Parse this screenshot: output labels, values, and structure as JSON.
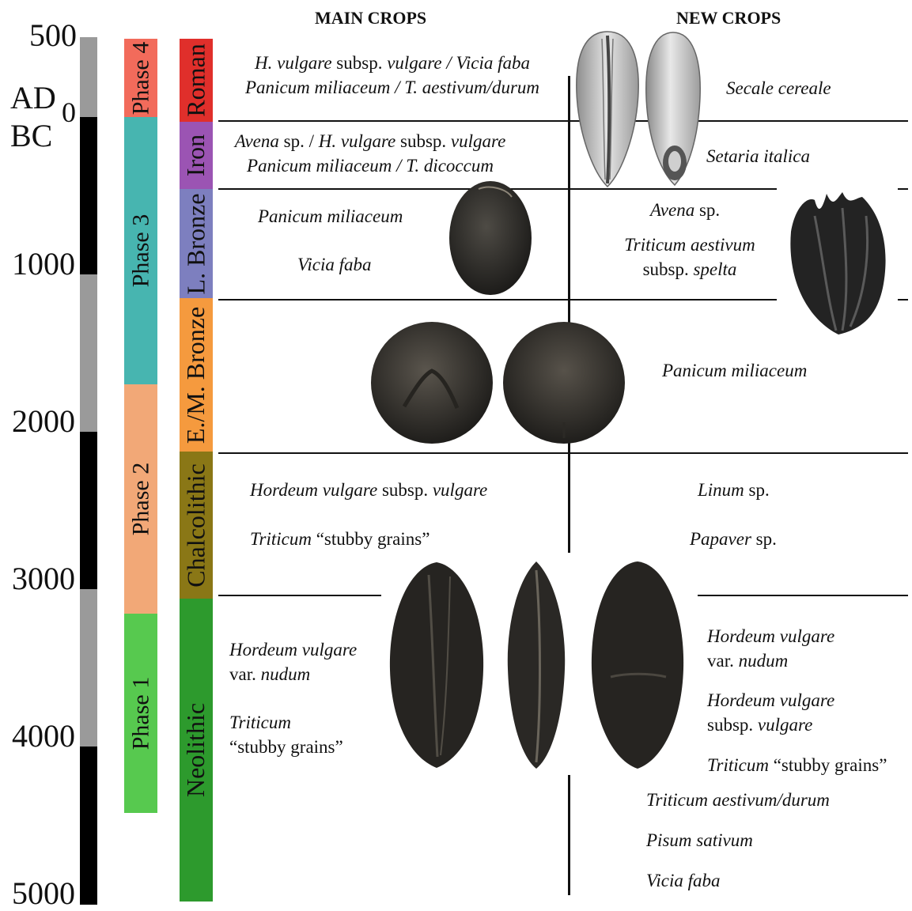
{
  "timeline": {
    "labels": {
      "y500": "500",
      "ad": "AD",
      "zero": "0",
      "bc": "BC",
      "y1000": "1000",
      "y2000": "2000",
      "y3000": "3000",
      "y4000": "4000",
      "y5000": "5000"
    }
  },
  "phases": [
    "Phase 4",
    "Phase 3",
    "Phase 2",
    "Phase 1"
  ],
  "periods": [
    "Roman",
    "Iron",
    "L. Bronze",
    "E./M. Bronze",
    "Chalcolithic",
    "Neolithic"
  ],
  "colors": {
    "phase4": "#f26b5b",
    "phase3": "#47b5b0",
    "phase2": "#f2a877",
    "phase1": "#57c94f",
    "roman": "#e02f2b",
    "iron": "#9b54b3",
    "lbronze": "#7d7fbf",
    "embronze": "#f59a3e",
    "chalcolithic": "#8a7716",
    "neolithic": "#2d9a2d",
    "scale_dark": "#000000",
    "scale_light": "#9a9a9a"
  },
  "headers": {
    "main": "MAIN CROPS",
    "new": "NEW CROPS"
  },
  "main_crops": {
    "roman": {
      "line1": {
        "a": "H. vulgare",
        "b": " subsp. ",
        "c": "vulgare / Vicia faba"
      },
      "line2": "Panicum miliaceum / T. aestivum/durum"
    },
    "iron": {
      "line1": {
        "a": "Avena",
        "b": " sp. / ",
        "c": "H. vulgare",
        "d": " subsp. ",
        "e": "vulgare"
      },
      "line2": "Panicum miliaceum / T. dicoccum"
    },
    "lbronze": {
      "a": "Panicum miliaceum",
      "b": "Vicia faba"
    },
    "chalcolithic": {
      "line1": {
        "a": "Hordeum vulgare",
        "b": " subsp. ",
        "c": "vulgare"
      },
      "line2": {
        "a": "Triticum",
        "b": " “stubby grains”"
      }
    },
    "neolithic": {
      "item1": {
        "a": "Hordeum vulgare",
        "b": "var. ",
        "c": "nudum"
      },
      "item2": {
        "a": "Triticum",
        "b": "“stubby grains”"
      }
    }
  },
  "new_crops": {
    "roman": "Secale cereale",
    "iron": "Setaria italica",
    "lbronze": {
      "a": "Avena",
      "b": " sp.",
      "c": "Triticum aestivum",
      "d": "subsp. ",
      "e": "spelta"
    },
    "embronze": "Panicum miliaceum",
    "chalcolithic": {
      "a": "Linum",
      "b": " sp.",
      "c": "Papaver",
      "d": " sp."
    },
    "neolithic": {
      "item1": {
        "a": "Hordeum vulgare",
        "b": "var. ",
        "c": "nudum"
      },
      "item2": {
        "a": "Hordeum vulgare",
        "b": "subsp. ",
        "c": "vulgare"
      },
      "item3": {
        "a": "Triticum",
        "b": " “stubby grains”"
      },
      "item4": "Triticum aestivum/durum",
      "item5": "Pisum sativum",
      "item6": "Vicia faba"
    }
  }
}
